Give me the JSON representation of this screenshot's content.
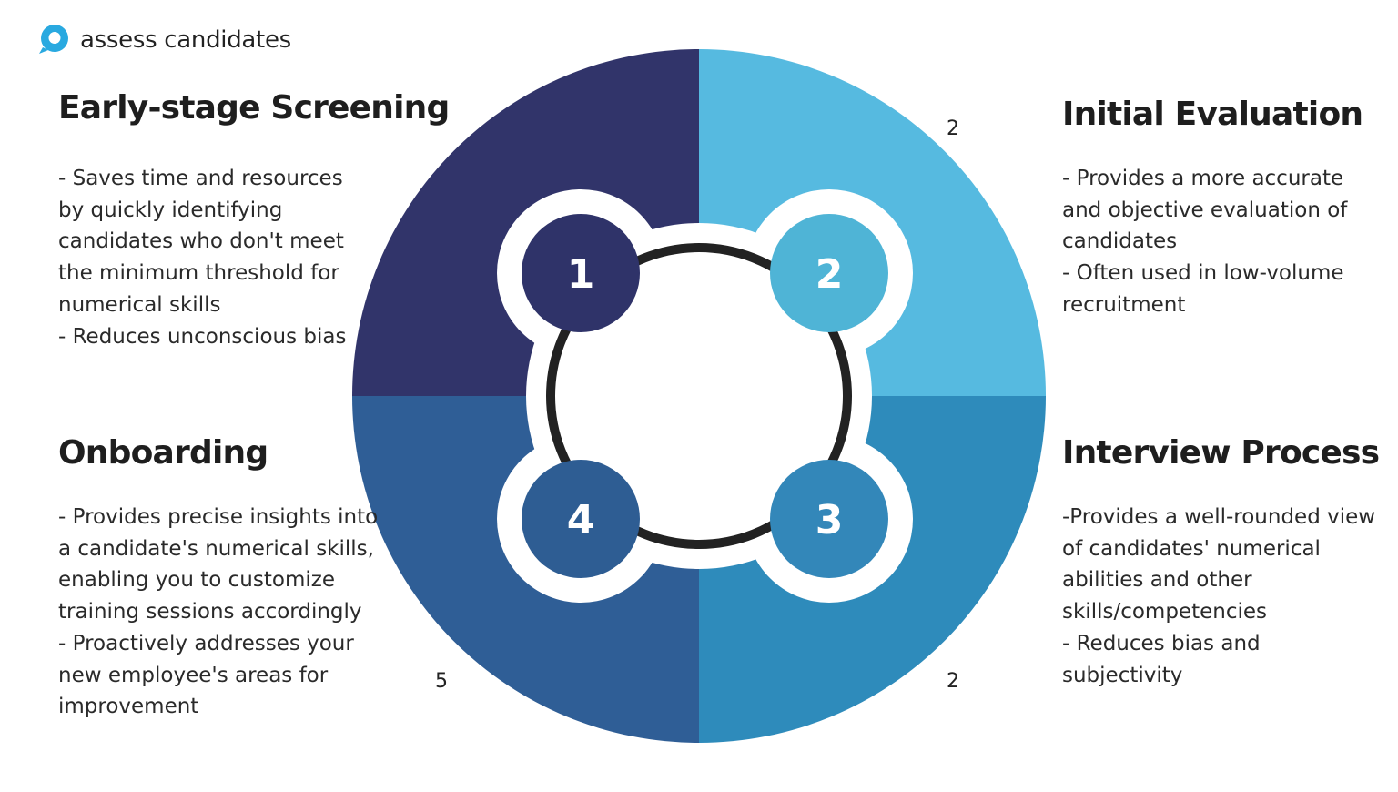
{
  "brand": {
    "name": "assess candidates",
    "accent": "#29a9e0"
  },
  "stages": [
    {
      "number": "1",
      "title": "Early-stage Screening",
      "description": "- Saves time and resources by quickly identifying candidates who don't meet the minimum threshold for numerical skills\n- Reduces unconscious bias",
      "quadrant_color": "#31346a",
      "node_color": "#2f3369"
    },
    {
      "number": "2",
      "title": "Initial Evaluation",
      "description": "- Provides a more accurate and objective evaluation of candidates\n - Often used in low-volume recruitment",
      "quadrant_color": "#56bae0",
      "node_color": "#4fb4d6"
    },
    {
      "number": "3",
      "title": "Interview Process",
      "description": "-Provides a well-rounded view of candidates' numerical abilities and other skills/competencies\n- Reduces bias and subjectivity",
      "quadrant_color": "#2e8bbb",
      "node_color": "#3387b9"
    },
    {
      "number": "4",
      "title": "Onboarding",
      "description": "- Provides precise insights into a candidate's numerical skills, enabling you to customize training sessions accordingly\n- Proactively addresses your new employee's areas for improvement",
      "quadrant_color": "#2f5e96",
      "node_color": "#2e5d93"
    }
  ],
  "stray_glyphs": [
    "2",
    "2",
    "5"
  ],
  "ring_color": "#222222"
}
